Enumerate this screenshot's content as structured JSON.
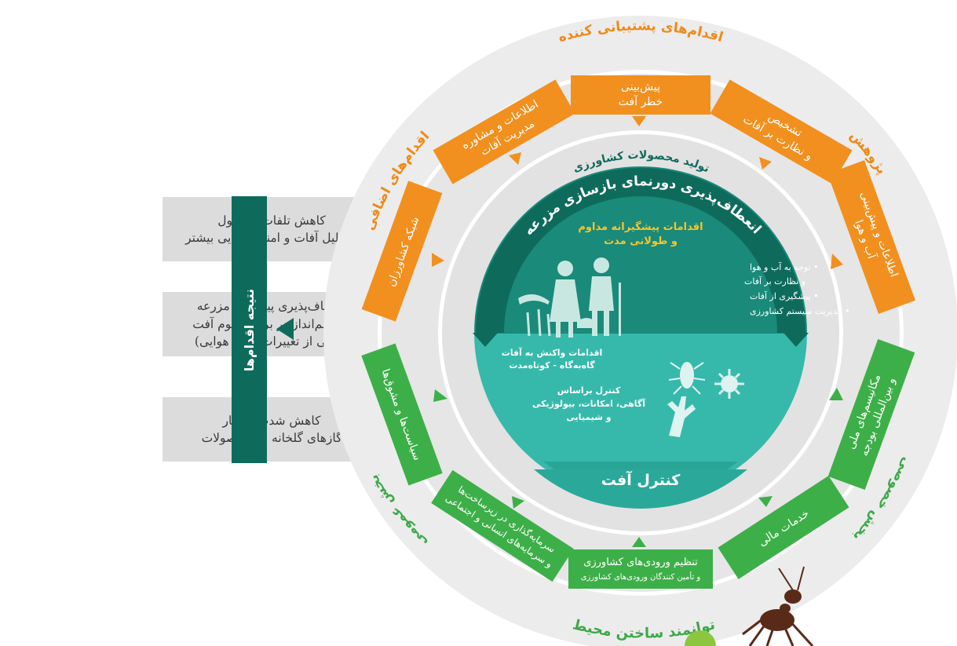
{
  "colors": {
    "outer_ring": "#ececec",
    "middle_ring": "#e0e0e0",
    "orange": "#f1901f",
    "orange_label": "#ef8a17",
    "green": "#3daf48",
    "green_label": "#3da84a",
    "dark_teal": "#0e6b5c",
    "mid_teal": "#1a8a7a",
    "light_teal": "#36b9ab",
    "title_teal": "#0e6b5c",
    "outcome_box": "#dcdcdc"
  },
  "outcomes": {
    "title": "نتیجه اقدام‌ها",
    "items": [
      "کاهش تلفات محصول\nبه دلیل آفات و امنیت غذایی بیشتر",
      "انعطاف‌پذیری پیشرفته مزرعه\nو چشم‌انداز در برابر هجوم آفت\n(ناشی از تغییرات آب و هوایی)",
      "کاهش شدت انتشار\nگازهای گلخانه ای محصولات"
    ]
  },
  "outer_labels": {
    "supporting_measures": "اقدام‌های پشتیبانی کننده",
    "research": "پژوهش",
    "additional_measures": "اقدام‌های اضافی",
    "private_sector": "بخش خصوصی",
    "public_sector": "بخش عمومی",
    "enabling_environment": "توانمند ساختن محیط"
  },
  "middle_ring": {
    "crop_production": "تولید محصولات کشاورزی",
    "orange_blocks": [
      {
        "id": "pest-forecast",
        "lines": [
          "پیش‌بینی",
          "خطر آفت"
        ]
      },
      {
        "id": "pest-diagnosis",
        "lines": [
          "تشخیص",
          "و نظارت بر آفات"
        ]
      },
      {
        "id": "climate-info",
        "lines": [
          "اطلاعات و پیش‌بینی",
          "آب و هوا"
        ]
      },
      {
        "id": "pest-info",
        "lines": [
          "اطلاعات و مشاوره",
          "مدیریت آفات"
        ]
      },
      {
        "id": "farmer-network",
        "lines": [
          "شبکه کشاورزان"
        ]
      }
    ],
    "green_blocks": [
      {
        "id": "budget-mechanisms",
        "lines": [
          "مکانیسم‌های ملی",
          "و بین‌المللی بودجه"
        ]
      },
      {
        "id": "financial-services",
        "lines": [
          "خدمات مالی"
        ]
      },
      {
        "id": "input-regulation",
        "lines": [
          "تنظیم ورودی‌های کشاورزی",
          "و تأمین کنندگان ورودی‌های کشاورزی"
        ]
      },
      {
        "id": "infrastructure-investment",
        "lines": [
          "سرمایه‌گذاری در زیرساخت‌ها",
          "و سرمایه‌های انسانی و اجتماعی"
        ]
      },
      {
        "id": "policies-incentives",
        "lines": [
          "سیاست‌ها و مشوق‌ها"
        ]
      }
    ]
  },
  "center": {
    "resilience_title": "انعطاف‌پذیری دورنمای بازسازی مزرعه",
    "preventive_title_1": "اقدامات پیشگیرانه مداوم",
    "preventive_title_2": "و طولانی مدت",
    "preventive_items": [
      "• توجه به آب و هوا",
      "و نظارت بر آفات",
      "• پیشگیری از آفات",
      "• مدیریت سیستم کشاورزی"
    ],
    "response_title_1": "اقدامات واکنش به آفات",
    "response_title_2": "گاه‌به‌گاه - کوتاه‌مدت",
    "control_1": "کنترل براساس",
    "control_2": "آگاهی، امکانات، بیولوژیکی",
    "control_3": "و شیمیایی",
    "pest_control": "کنترل آفت"
  }
}
